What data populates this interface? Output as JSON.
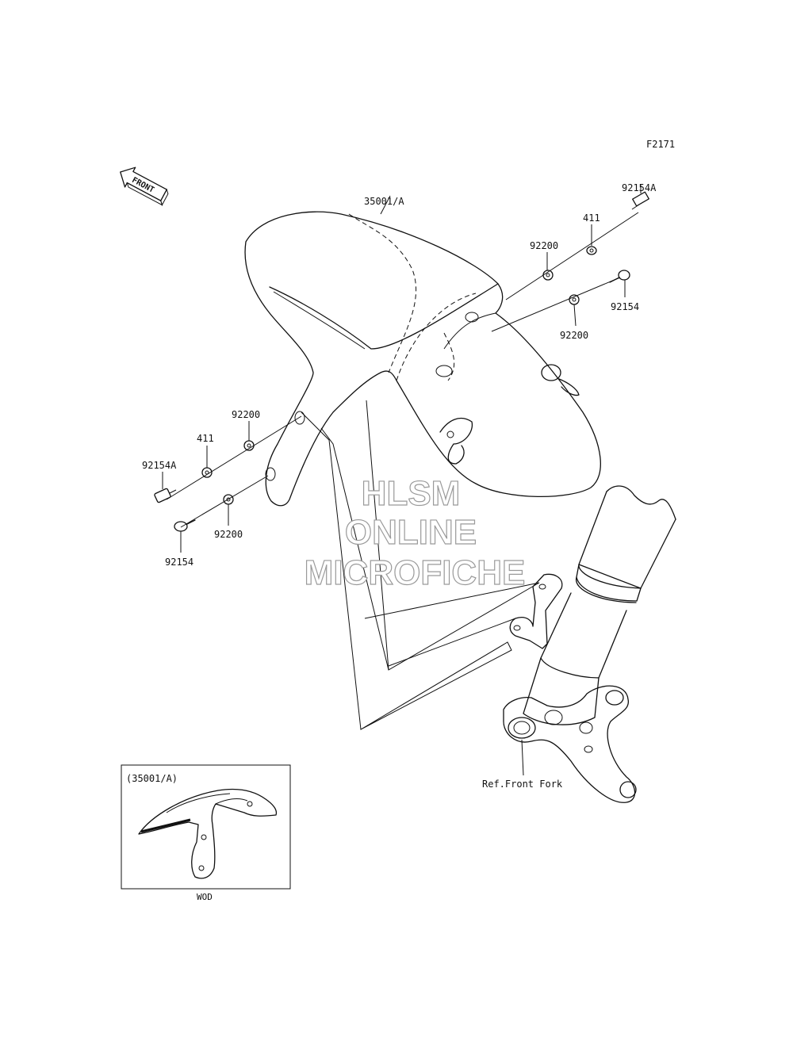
{
  "figure_code": "F2171",
  "direction_label": "FRONT",
  "parts": {
    "fender": "35001/A",
    "bolt_a_right": "92154A",
    "washer_411_right": "411",
    "washer_92200_right_upper": "92200",
    "bolt_right": "92154",
    "washer_92200_right_lower": "92200",
    "washer_92200_left_upper": "92200",
    "washer_411_left": "411",
    "bolt_a_left": "92154A",
    "washer_92200_left_lower": "92200",
    "bolt_left": "92154",
    "front_fork_ref": "Ref.Front Fork"
  },
  "inset": {
    "title": "(35001/A)",
    "caption": "WOD"
  },
  "watermark": {
    "line1": "HLSM",
    "line2": "ONLINE",
    "line3": "MICROFICHE"
  }
}
